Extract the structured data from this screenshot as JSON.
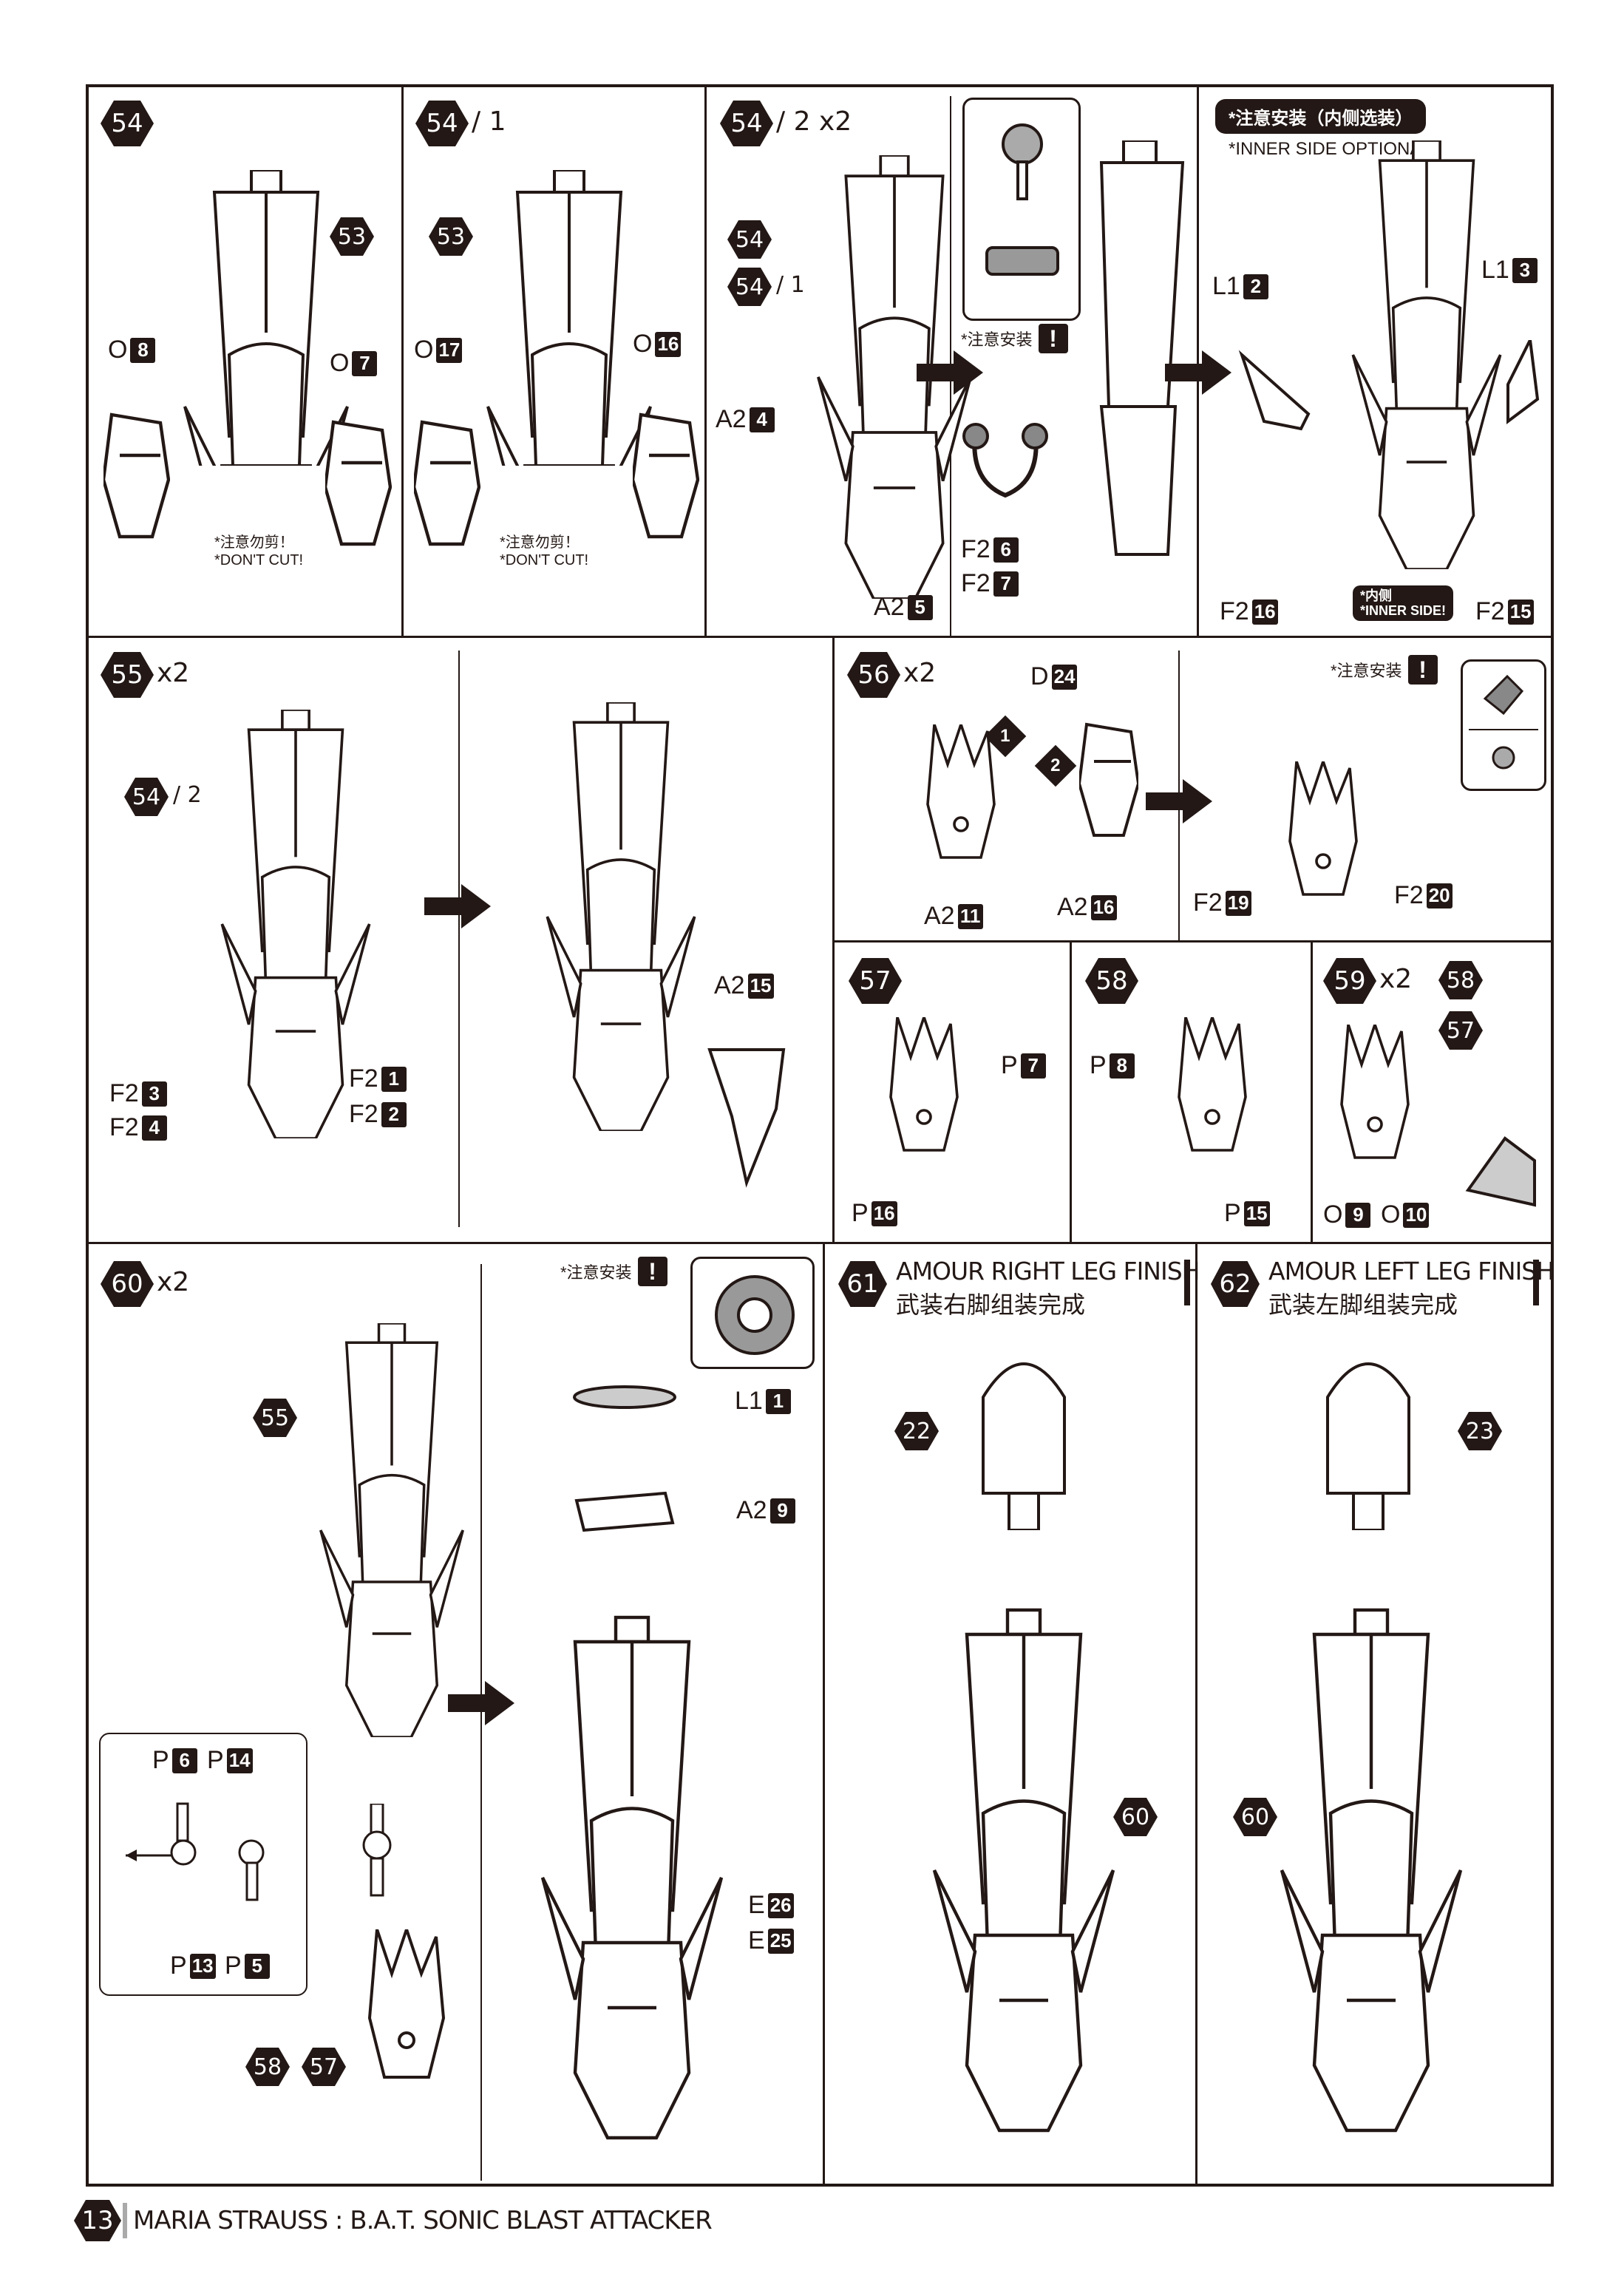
{
  "steps": {
    "s54": {
      "num": "54"
    },
    "s54_1": {
      "num": "54",
      "suffix": "/ 1"
    },
    "s54_2": {
      "num": "54",
      "suffix": "/ 2 x2"
    },
    "s55": {
      "num": "55",
      "suffix": "x2"
    },
    "s56": {
      "num": "56",
      "suffix": "x2"
    },
    "s57": {
      "num": "57"
    },
    "s58": {
      "num": "58"
    },
    "s59": {
      "num": "59",
      "suffix": "x2"
    },
    "s60": {
      "num": "60",
      "suffix": "x2"
    },
    "s61": {
      "num": "61",
      "title_en": "AMOUR RIGHT LEG FINISH",
      "title_cn": "武装右脚组装完成"
    },
    "s62": {
      "num": "62",
      "title_en": "AMOUR LEFT LEG FINISH",
      "title_cn": "武装左脚组装完成"
    }
  },
  "refs": {
    "r53": "53",
    "r54": "54",
    "r54_1": "54",
    "r54_1s": "/ 1",
    "r54_2": "54",
    "r54_2s": "/ 2",
    "r55": "55",
    "r57": "57",
    "r58": "58",
    "r22": "22",
    "r23": "23",
    "r60": "60"
  },
  "parts": {
    "O8": [
      "O",
      "8"
    ],
    "O7": [
      "O",
      "7"
    ],
    "O17": [
      "O",
      "17"
    ],
    "O16": [
      "O",
      "16"
    ],
    "A2_4": [
      "A2",
      "4"
    ],
    "A2_5": [
      "A2",
      "5"
    ],
    "F2_6": [
      "F2",
      "6"
    ],
    "F2_7": [
      "F2",
      "7"
    ],
    "L1_2": [
      "L1",
      "2"
    ],
    "L1_3": [
      "L1",
      "3"
    ],
    "F2_16": [
      "F2",
      "16"
    ],
    "F2_15": [
      "F2",
      "15"
    ],
    "F2_3": [
      "F2",
      "3"
    ],
    "F2_4": [
      "F2",
      "4"
    ],
    "F2_1": [
      "F2",
      "1"
    ],
    "F2_2": [
      "F2",
      "2"
    ],
    "A2_15": [
      "A2",
      "15"
    ],
    "D24": [
      "D",
      "24"
    ],
    "A2_11": [
      "A2",
      "11"
    ],
    "A2_16": [
      "A2",
      "16"
    ],
    "F2_19": [
      "F2",
      "19"
    ],
    "F2_20": [
      "F2",
      "20"
    ],
    "P7": [
      "P",
      "7"
    ],
    "P16": [
      "P",
      "16"
    ],
    "P8": [
      "P",
      "8"
    ],
    "P15": [
      "P",
      "15"
    ],
    "O9": [
      "O",
      "9"
    ],
    "O10": [
      "O",
      "10"
    ],
    "P6": [
      "P",
      "6"
    ],
    "P14": [
      "P",
      "14"
    ],
    "P13": [
      "P",
      "13"
    ],
    "P5": [
      "P",
      "5"
    ],
    "L1_1": [
      "L1",
      "1"
    ],
    "A2_9": [
      "A2",
      "9"
    ],
    "E26": [
      "E",
      "26"
    ],
    "E25": [
      "E",
      "25"
    ]
  },
  "notes": {
    "dont_cut_cn": "*注意勿剪！",
    "dont_cut_en": "*DON'T CUT!",
    "caution_cn": "*注意安装",
    "warn_mark": "!",
    "inner_optional_cn": "*注意安装（内侧选装）",
    "inner_optional_en": "*INNER SIDE OPTIONAL!",
    "inner_cn": "*内侧",
    "inner_en": "*INNER SIDE!",
    "order1": "1",
    "order2": "2"
  },
  "footer": {
    "page": "13",
    "title": "MARIA STRAUSS : B.A.T. SONIC BLAST ATTACKER"
  }
}
